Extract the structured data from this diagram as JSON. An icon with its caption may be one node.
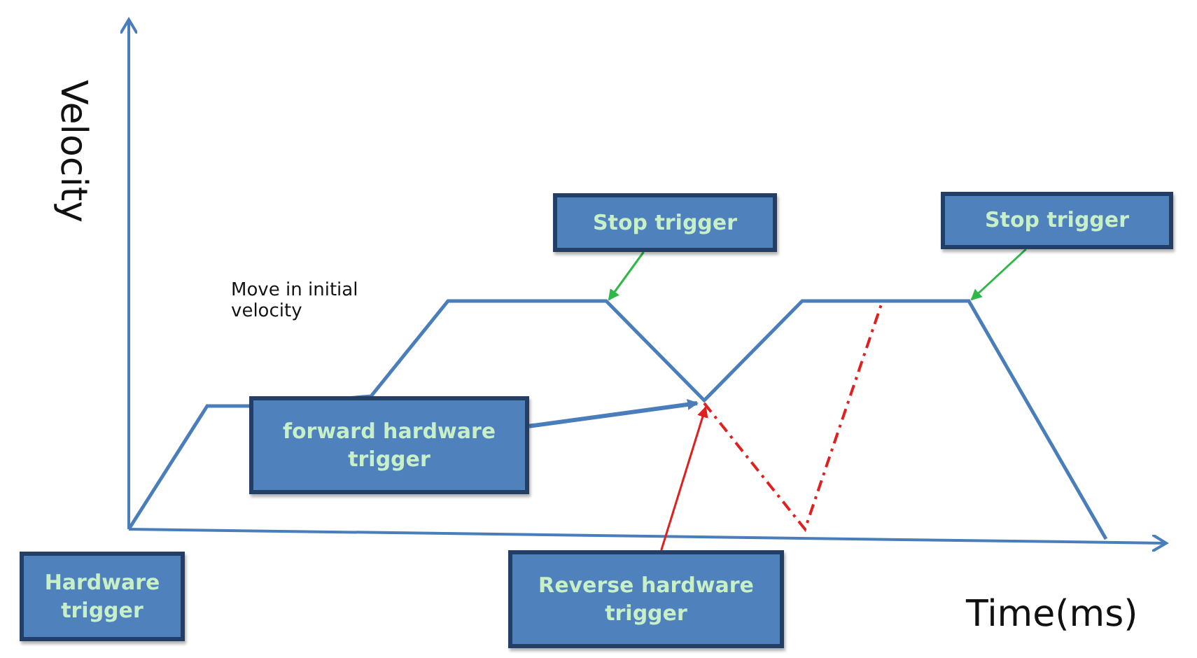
{
  "diagram": {
    "nodes": [
      {
        "text": [
          "Stop trigger"
        ]
      },
      {
        "text": [
          "Stop trigger"
        ]
      },
      {
        "text": [
          "forward hardware trigger"
        ]
      },
      {
        "text": [
          "Hardware trigger"
        ]
      },
      {
        "text": [
          "Reverse hardware trigger"
        ]
      }
    ],
    "edges": [
      {
        "from": 0,
        "to": null,
        "arrow": "to"
      },
      {
        "from": 1,
        "to": null,
        "arrow": "to"
      },
      {
        "from": 2,
        "to": null,
        "arrow": "to",
        "color": "#4a7ebb",
        "style": "thick"
      },
      {
        "from": 4,
        "to": null,
        "arrow": "to",
        "color": "#e02020"
      }
    ],
    "labels": [
      "Velocity",
      "Move in initial velocity",
      "Time(ms)"
    ]
  }
}
